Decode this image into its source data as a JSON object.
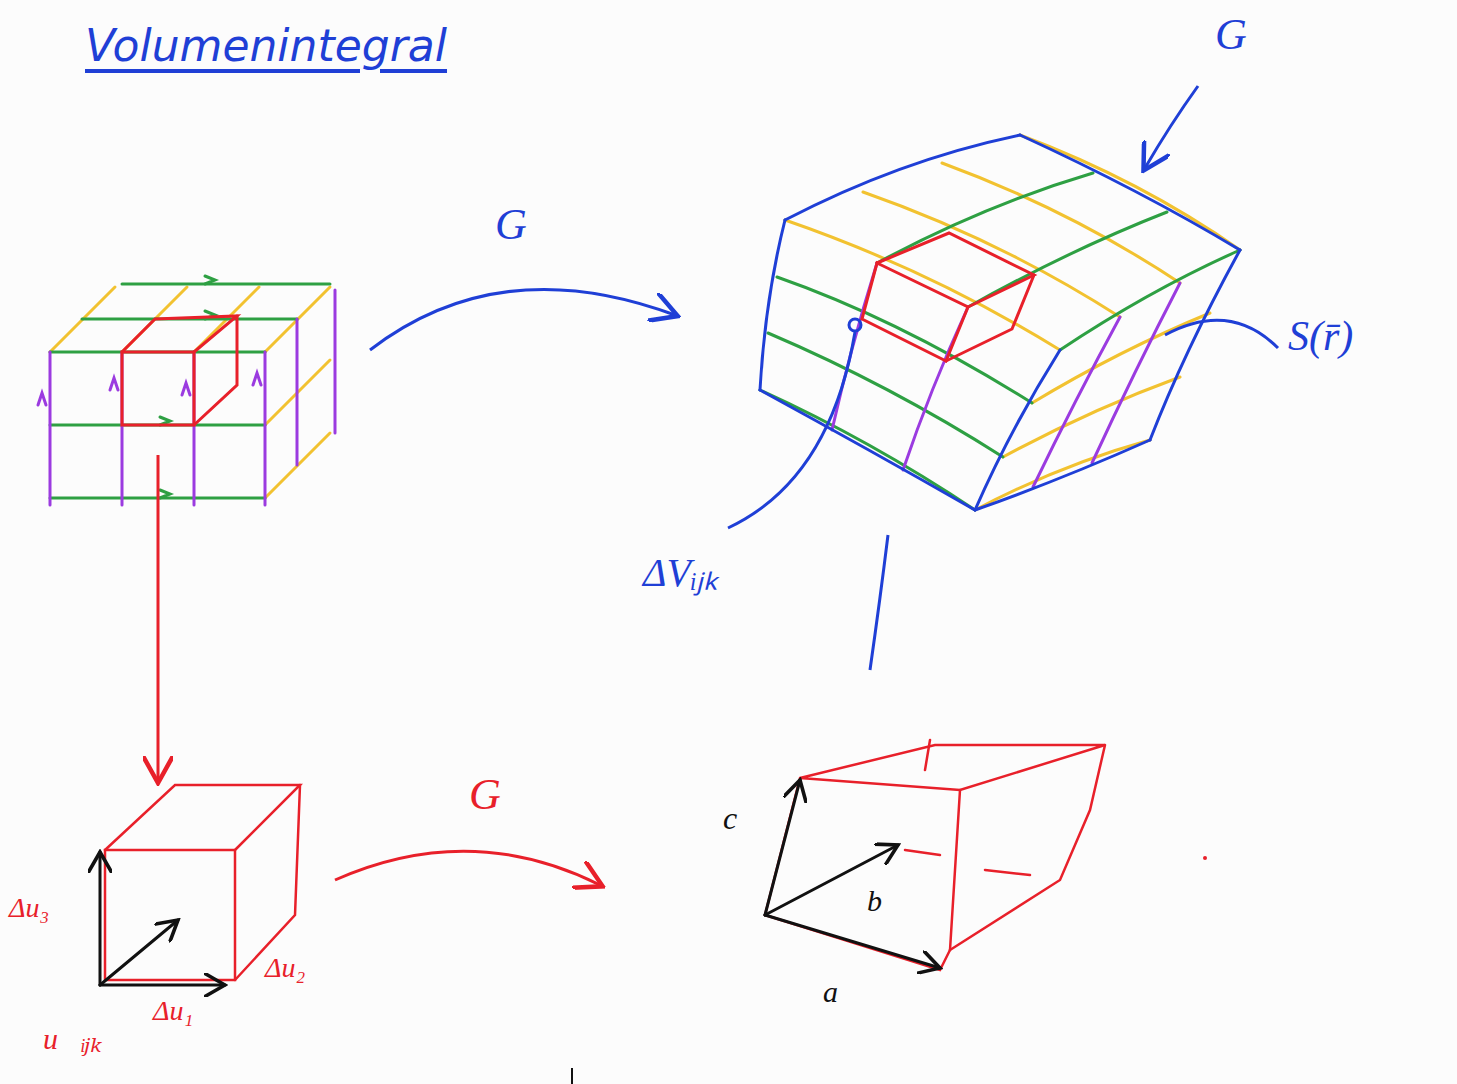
{
  "diagram": {
    "title": "Volumenintegral",
    "labels": [
      "G",
      "G",
      "S(r̄)",
      "ΔVᵢⱼₖ",
      "Δu₃",
      "Δu₂",
      "Δu₁",
      "u⃗ᵢⱼₖ",
      "G",
      "c⃗",
      "b⃗",
      "a⃗"
    ]
  }
}
